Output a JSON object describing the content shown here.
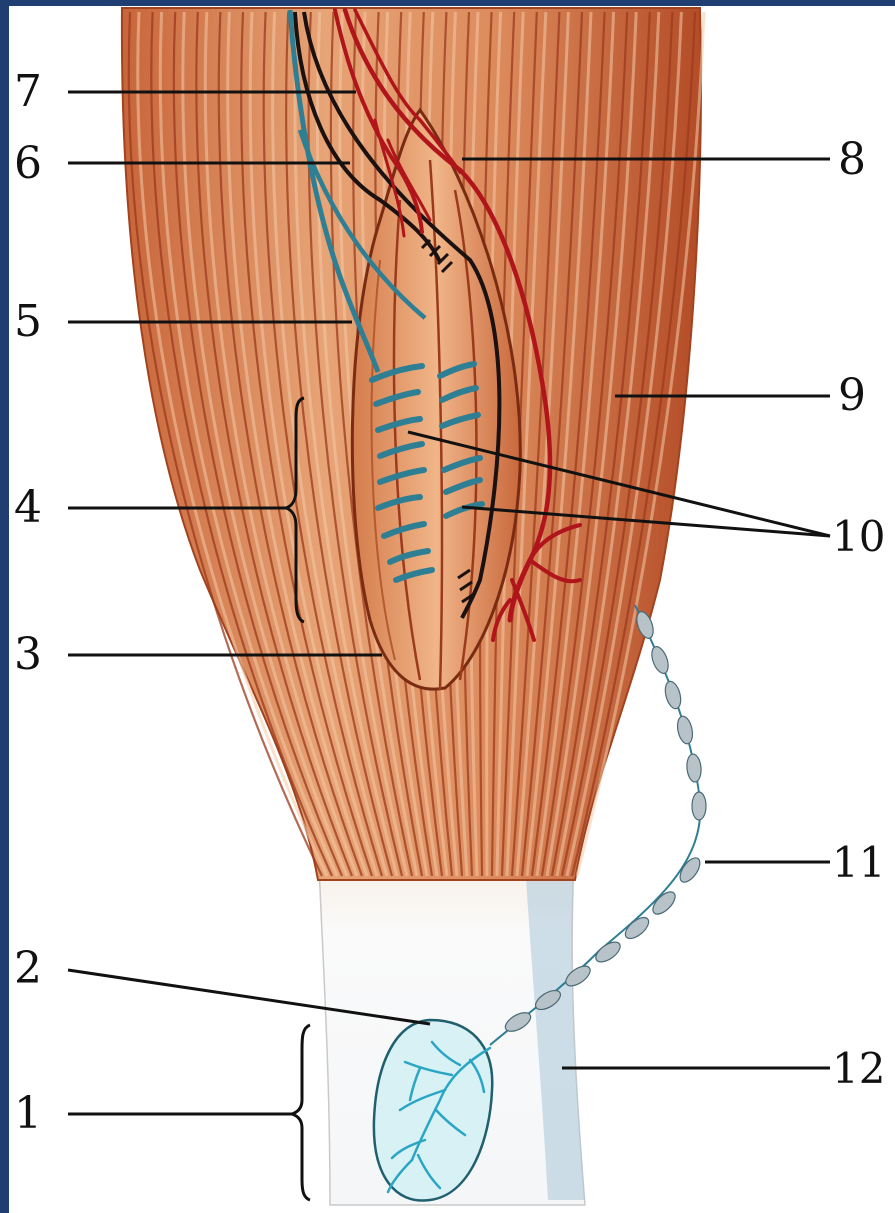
{
  "colors": {
    "frame": "#1f3f73",
    "muscle": "#d98a5b",
    "muscle_dark": "#9c3a1c",
    "muscle_light": "#f2c2a0",
    "spindle": "#e8a574",
    "tendon": "#f5f3ee",
    "tendon_blue": "#a9c7d8",
    "nerve_blue": "#2f7f94",
    "nerve_black": "#1a1110",
    "artery_red": "#b0151b",
    "leader": "#111111"
  },
  "labels": {
    "l1": "1",
    "l2": "2",
    "l3": "3",
    "l4": "4",
    "l5": "5",
    "l6": "6",
    "l7": "7",
    "l8": "8",
    "l9": "9",
    "l10": "10",
    "l11": "11",
    "l12": "12"
  }
}
